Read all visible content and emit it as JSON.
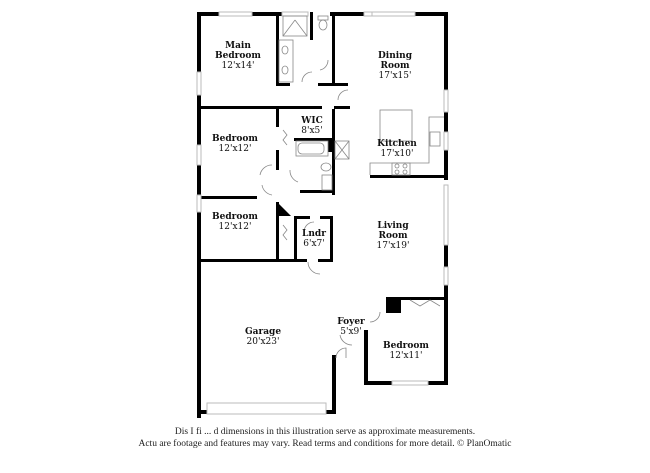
{
  "rooms": {
    "main_bedroom": {
      "name": "Main Bedroom",
      "name_l1": "Main",
      "name_l2": "Bedroom",
      "dim": "12'x14'"
    },
    "dining_room": {
      "name": "Dining Room",
      "name_l1": "Dining",
      "name_l2": "Room",
      "dim": "17'x15'"
    },
    "wic": {
      "name": "WIC",
      "dim": "8'x5'"
    },
    "bedroom_2": {
      "name": "Bedroom",
      "dim": "12'x12'"
    },
    "kitchen": {
      "name": "Kitchen",
      "dim": "17'x10'"
    },
    "bedroom_3": {
      "name": "Bedroom",
      "dim": "12'x12'"
    },
    "laundry": {
      "name": "Lndr",
      "dim": "6'x7'"
    },
    "living_room": {
      "name": "Living Room",
      "name_l1": "Living",
      "name_l2": "Room",
      "dim": "17'x19'"
    },
    "garage": {
      "name": "Garage",
      "dim": "20'x23'"
    },
    "foyer": {
      "name": "Foyer",
      "dim": "5'x9'"
    },
    "bedroom_4": {
      "name": "Bedroom",
      "dim": "12'x11'"
    }
  },
  "disclaimer": {
    "line1": "Dis      I  fi  ...  d dimensions in this illustration serve as approximate measurements.",
    "line2": "Actu   are footage and features may vary. Read terms and conditions for more detail. © PlanOmatic"
  },
  "colors": {
    "wall": "#000000",
    "window": "#c8c8c8",
    "fixture": "#999999",
    "background": "#ffffff"
  }
}
